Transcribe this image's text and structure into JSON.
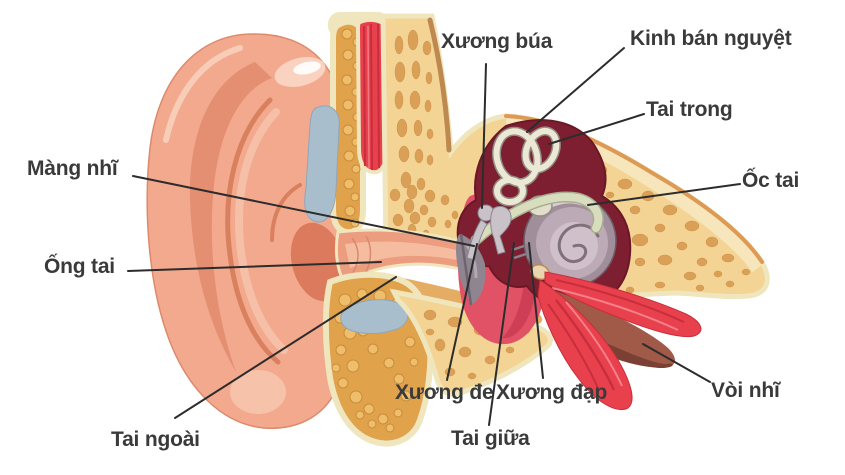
{
  "diagram": {
    "labels": [
      {
        "id": "xuong-bua",
        "text": "Xương búa"
      },
      {
        "id": "kinh-ban-nguyet",
        "text": "Kinh bán nguyệt"
      },
      {
        "id": "tai-trong",
        "text": "Tai trong"
      },
      {
        "id": "oc-tai",
        "text": "Ốc tai"
      },
      {
        "id": "mang-nhi",
        "text": "Màng nhĩ"
      },
      {
        "id": "ong-tai",
        "text": "Ống tai"
      },
      {
        "id": "tai-ngoai",
        "text": "Tai ngoài"
      },
      {
        "id": "xuong-de",
        "text": "Xương đe"
      },
      {
        "id": "xuong-dap",
        "text": "Xương đạp"
      },
      {
        "id": "tai-giua",
        "text": "Tai giữa"
      },
      {
        "id": "voi-nhi",
        "text": "Vòi nhĩ"
      }
    ],
    "colors": {
      "background": "#ffffff",
      "label_text": "#3a3a3a",
      "leader_line": "#2c2c2c",
      "skin_outer_ear": "#f3a98d",
      "skin_shadow": "#e08b6d",
      "skin_highlight": "#f8d2c0",
      "bone_base": "#f3d494",
      "bone_spot": "#dba057",
      "bone_cortex_cream": "#f0e6be",
      "bone_edge_orange": "#dd9a55",
      "cartilage_gold": "#e1a24c",
      "cartilage_blue": "#a9becd",
      "muscle_red": "#e8414d",
      "muscle_stripe": "#c62f3b",
      "inner_ear_maroon": "#7d1f30",
      "middle_ear_pink": "#e25266",
      "semicircular_cream": "#ece8d6",
      "cochlea_mauve": "#bcaab6",
      "eustachian_brown": "#a05a47"
    }
  }
}
